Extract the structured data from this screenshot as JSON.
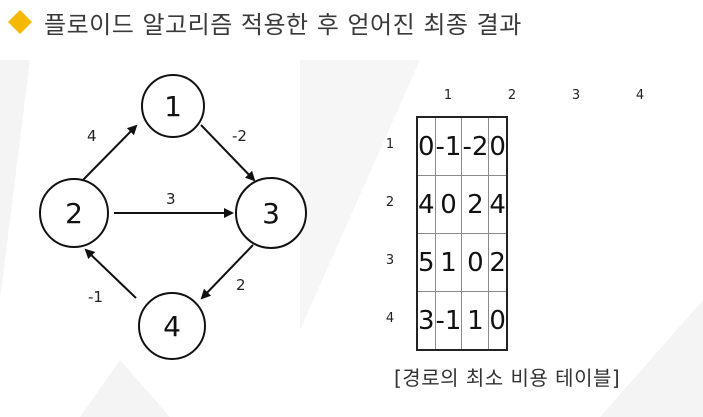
{
  "title": "플로이드 알고리즘 적용한 후 얻어진 최종 결과",
  "graph": {
    "nodes": [
      {
        "id": "1",
        "label": "1"
      },
      {
        "id": "2",
        "label": "2"
      },
      {
        "id": "3",
        "label": "3"
      },
      {
        "id": "4",
        "label": "4"
      }
    ],
    "edges": [
      {
        "from": "2",
        "to": "1",
        "weight": "4"
      },
      {
        "from": "1",
        "to": "3",
        "weight": "-2"
      },
      {
        "from": "2",
        "to": "3",
        "weight": "3"
      },
      {
        "from": "3",
        "to": "4",
        "weight": "2"
      },
      {
        "from": "4",
        "to": "2",
        "weight": "-1"
      }
    ]
  },
  "matrix": {
    "col_headers": [
      "1",
      "2",
      "3",
      "4"
    ],
    "row_headers": [
      "1",
      "2",
      "3",
      "4"
    ],
    "rows": [
      [
        "0",
        "-1",
        "-2",
        "0"
      ],
      [
        "4",
        "0",
        "2",
        "4"
      ],
      [
        "5",
        "1",
        "0",
        "2"
      ],
      [
        "3",
        "-1",
        "1",
        "0"
      ]
    ]
  },
  "caption": "[경로의 최소 비용 테이블]",
  "colors": {
    "accent": "#f5b800",
    "background_shape": "#f3f3f3",
    "line": "#111111"
  }
}
